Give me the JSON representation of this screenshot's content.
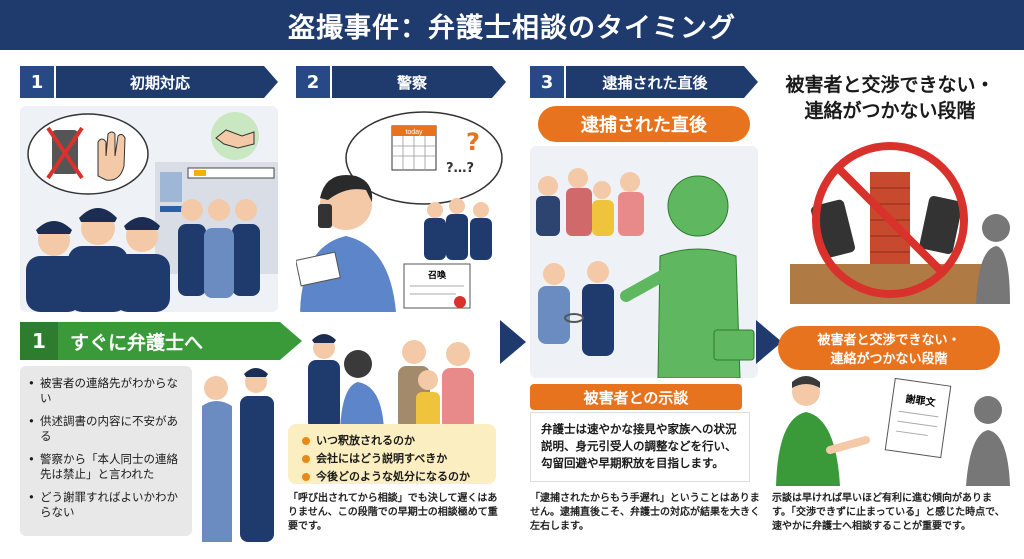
{
  "title": "盗撮事件：弁護士相談のタイミング",
  "steps": [
    {
      "num": "1",
      "label": "初期対応"
    },
    {
      "num": "2",
      "label": "警察"
    },
    {
      "num": "3",
      "label": "逮捕された直後"
    }
  ],
  "right_header": {
    "line1": "被害者と交渉できない・",
    "line2": "連絡がつかない段階"
  },
  "lawyer_banner": {
    "num": "1",
    "label": "すぐに弁護士へ"
  },
  "col1_bullets": [
    "被害者の連絡先がわからない",
    "供述調書の内容に不安がある",
    "警察から「本人同士の連絡先は禁止」と言われた",
    "どう謝罪すればよいかわからない"
  ],
  "col2": {
    "bubble_text": "?…?",
    "calendar_label": "today",
    "summons_label": "召喚",
    "questions": [
      "いつ釈放されるのか",
      "会社にはどう説明すべきか",
      "今後どのような処分になるのか"
    ],
    "caption": "「呼び出されてから相談」でも決して遅くはありません、この段階での早期士の相談極めて重要です。"
  },
  "col3": {
    "pill": "逮捕された直後",
    "tag": "被害者との示談",
    "body": "弁護士は速やかな接見や家族への状況説明、身元引受人の調整などを行い、勾留回避や早期釈放を目指します。",
    "caption": "「逮捕されたからもう手遅れ」ということはありません。逮捕直後こそ、弁護士の対応が結果を大きく左右します。"
  },
  "col4": {
    "pill_line1": "被害者と交渉できない・",
    "pill_line2": "連絡がつかない段階",
    "doc_label": "謝罪文",
    "caption": "示談は早ければ早いほど有利に進む傾向があります。「交渉できずに止まっている」と感じた時点で、速やかに弁護士へ相談することが重要です。"
  },
  "colors": {
    "navy": "#1f3b6e",
    "green": "#3a9a3a",
    "orange": "#e8731f",
    "yellow": "#fbeec1",
    "red": "#d9312b"
  }
}
